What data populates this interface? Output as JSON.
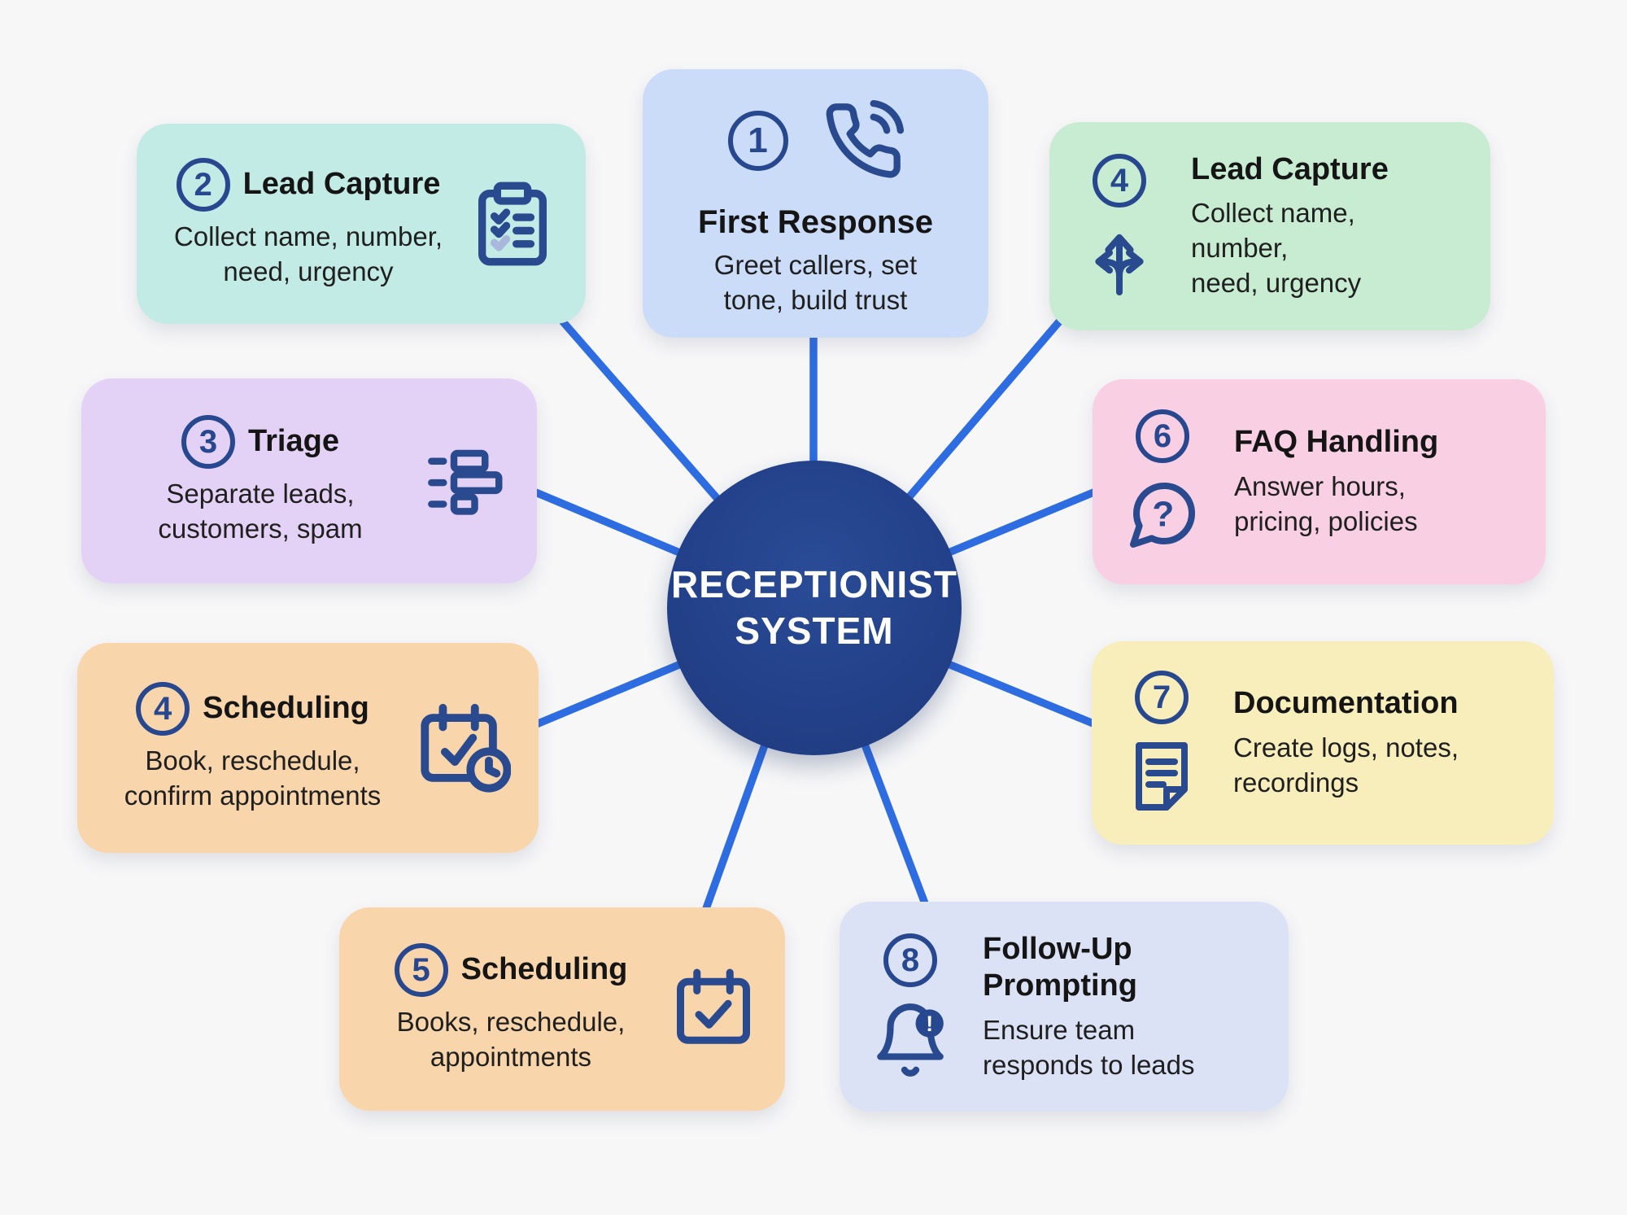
{
  "center": {
    "label": "RECEPTIONIST\nSYSTEM"
  },
  "colors": {
    "background": "#f7f7f8",
    "connector_blue": "#2e6ce2",
    "icon_navy": "#2a4a8f",
    "hub_navy": "#23418a",
    "card_first_response": "#cbdcf8",
    "card_lead_capture_left": "#c3ebe5",
    "card_triage": "#e4d2f6",
    "card_scheduling": "#f8d5aa",
    "card_lead_capture_right": "#c8ecd2",
    "card_faq": "#f8cfe3",
    "card_documentation": "#f8eebc",
    "card_follow_up": "#dbe2f6"
  },
  "cards": [
    {
      "number": "1",
      "title": "First Response",
      "description": "Greet callers, set\ntone, build trust",
      "icon": "phone-call-icon"
    },
    {
      "number": "2",
      "title": "Lead Capture",
      "description": "Collect name, number,\nneed, urgency",
      "icon": "clipboard-checklist-icon"
    },
    {
      "number": "3",
      "title": "Triage",
      "description": "Separate leads,\ncustomers, spam",
      "icon": "sort-bars-icon"
    },
    {
      "number": "4",
      "title": "Scheduling",
      "description": "Book, reschedule,\nconfirm appointments",
      "icon": "calendar-clock-icon"
    },
    {
      "number": "5",
      "title": "Scheduling",
      "description": "Books, reschedule,\nappointments",
      "icon": "calendar-check-icon"
    },
    {
      "number": "4",
      "title": "Lead Capture",
      "description": "Collect name, number,\nneed, urgency",
      "icon": "split-arrows-icon"
    },
    {
      "number": "6",
      "title": "FAQ Handling",
      "description": "Answer hours,\npricing, policies",
      "icon": "question-bubble-icon"
    },
    {
      "number": "7",
      "title": "Documentation",
      "description": "Create logs, notes,\nrecordings",
      "icon": "document-icon"
    },
    {
      "number": "8",
      "title": "Follow-Up\nPrompting",
      "description": "Ensure team\nresponds to leads",
      "icon": "bell-alert-icon"
    }
  ]
}
